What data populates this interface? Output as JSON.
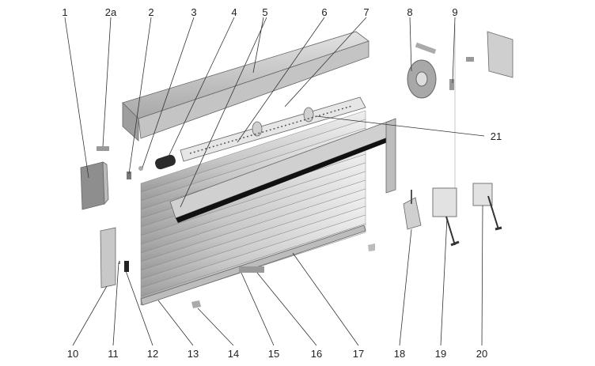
{
  "diagram": {
    "title": "Roller shutter exploded view",
    "labels_top": [
      "1",
      "2a",
      "2",
      "3",
      "4",
      "5",
      "6",
      "7",
      "8",
      "9"
    ],
    "label_side": "21",
    "labels_bottom": [
      "10",
      "11",
      "12",
      "13",
      "14",
      "15",
      "16",
      "17",
      "18",
      "19",
      "20"
    ],
    "colors": {
      "part_light": "#d9d9d9",
      "part_mid": "#b5b5b5",
      "part_dark": "#8a8a8a",
      "leader": "#333333"
    }
  }
}
